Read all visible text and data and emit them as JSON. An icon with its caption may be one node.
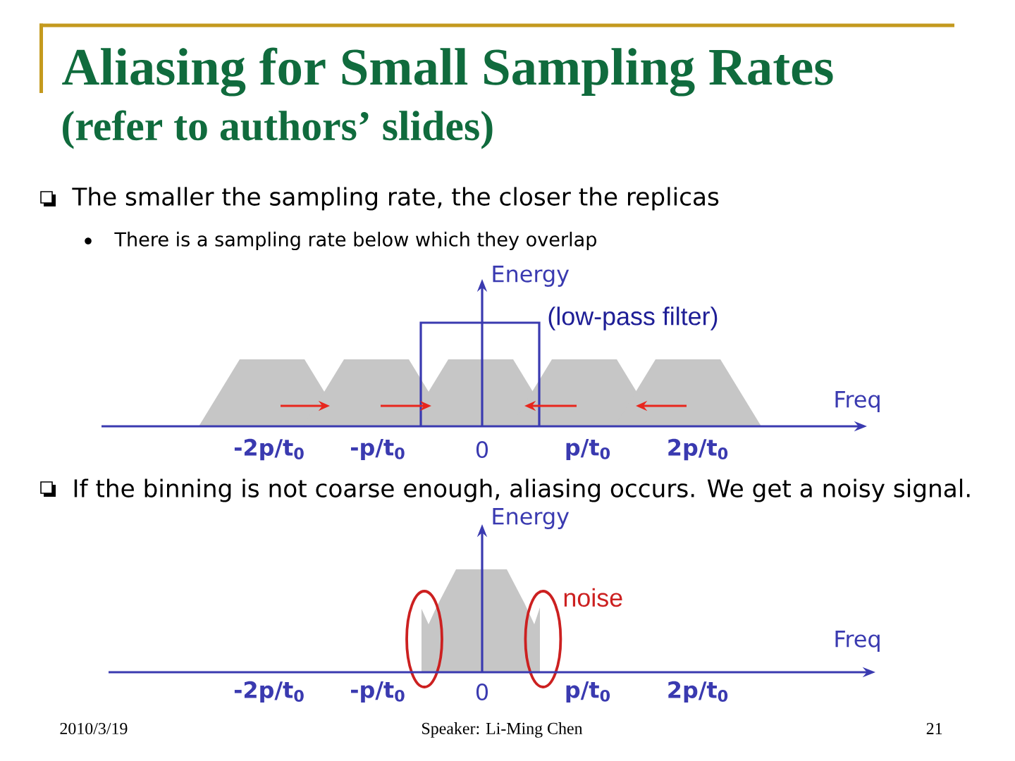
{
  "diagram": {
    "title": "Aliasing for Small Sampling Rates",
    "labels": [
      "(refer to authors’ slides)",
      "The smaller the sampling rate, the closer the replicas",
      "There is a sampling rate below which they overlap",
      "Energy",
      "(low-pass filter)",
      "Freq",
      "-2p/t$_{0}$",
      "-p/t$_{0}$",
      "0",
      "p/t$_{0}$",
      "2p/t$_{0}$",
      "If the binning is not coarse enough, aliasing occurs. We get a noisy signal.",
      "Energy",
      "noise",
      "Freq",
      "-2p/t$_{0}$",
      "-p/t$_{0}$",
      "0",
      "p/t$_{0}$",
      "2p/t$_{0}$",
      "2010/3/19",
      "Speaker: Li-Ming Chen",
      "21"
    ]
  }
}
